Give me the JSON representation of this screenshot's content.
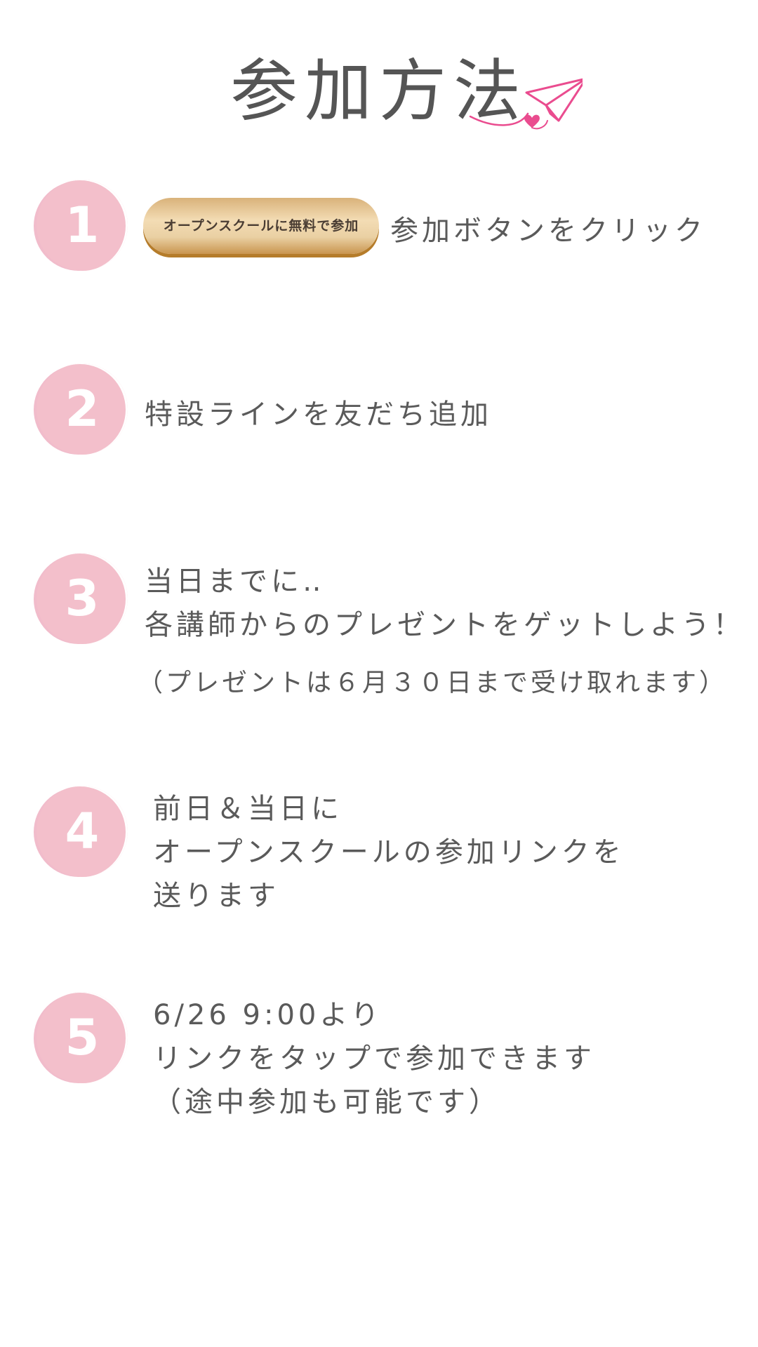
{
  "title": "参加方法",
  "steps": [
    {
      "number": "1",
      "button_label": "オープンスクールに無料で参加",
      "text": "参加ボタンをクリック"
    },
    {
      "number": "2",
      "text": "特設ラインを友だち追加"
    },
    {
      "number": "3",
      "lines": [
        "当日までに‥",
        "各講師からのプレゼントをゲットしよう！"
      ],
      "note": "（プレゼントは６月３０日まで受け取れます）"
    },
    {
      "number": "4",
      "lines": [
        "前日＆当日に",
        "オープンスクールの参加リンクを",
        "送ります"
      ]
    },
    {
      "number": "5",
      "lines": [
        "6/26 9:00より",
        "リンクをタップで参加できます",
        "（途中参加も可能です）"
      ]
    }
  ],
  "colors": {
    "badge": "#f3bfcb",
    "accent_pink": "#ea4c8f",
    "text": "#5a5a5a",
    "button_gold": "#e6c796"
  },
  "icons": {
    "title_decoration": "paper-plane-icon"
  }
}
